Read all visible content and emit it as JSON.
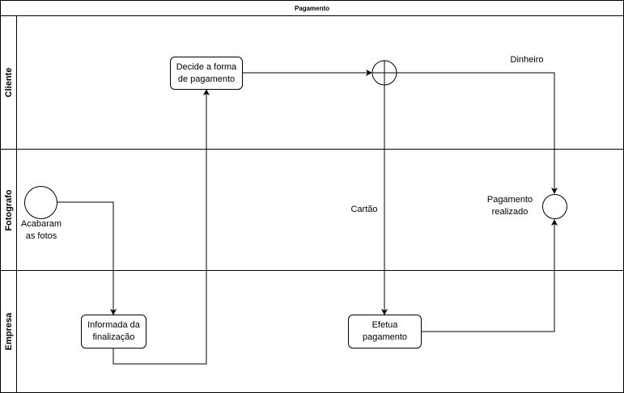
{
  "pool": {
    "title": "Pagamento"
  },
  "lanes": {
    "cliente": "Cliente",
    "fotografo": "Fotografo",
    "empresa": "Empresa"
  },
  "tasks": {
    "decide": "Decide a forma\nde pagamento",
    "informada": "Informada da\nfinalização",
    "efetua": "Efetua\npagamento"
  },
  "events": {
    "start_label": "Acabaram\nas fotos",
    "end_label": "Pagamento\nrealizado"
  },
  "flow_labels": {
    "dinheiro": "Dinheiro",
    "cartao": "Cartão"
  },
  "gateway": {
    "type": "exclusive"
  }
}
